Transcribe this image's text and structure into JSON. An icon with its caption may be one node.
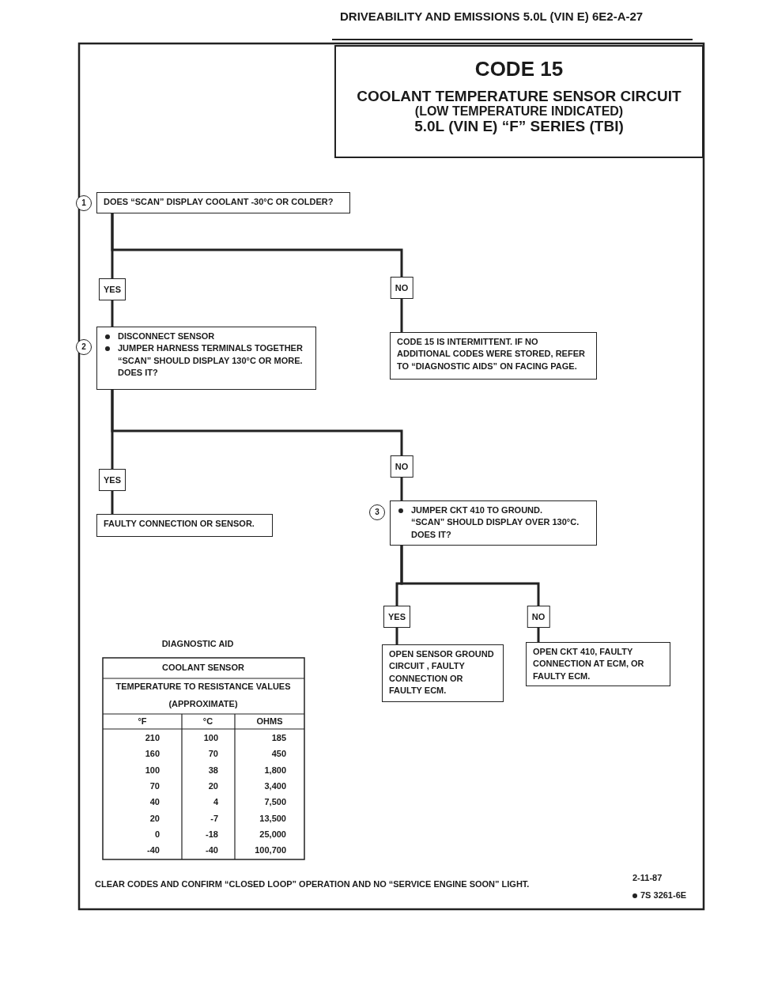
{
  "diagram": {
    "nodes": [
      {
        "text": [
          "CODE 15",
          "COOLANT TEMPERATURE SENSOR CIRCUIT",
          "(LOW TEMPERATURE INDICATED)",
          "5.0L (VIN E) “F” SERIES (TBI)"
        ]
      },
      {
        "text": [
          "DOES “SCAN” DISPLAY COOLANT -30°C OR COLDER?"
        ],
        "beside": [
          "1"
        ]
      },
      {
        "text": [
          "DISCONNECT SENSOR",
          "JUMPER HARNESS TERMINALS TOGETHER",
          "“SCAN” SHOULD DISPLAY 130°C OR MORE. DOES IT?"
        ],
        "beside": [
          "2"
        ]
      },
      {
        "text": [
          "CODE 15 IS INTERMITTENT. IF NO ADDITIONAL CODES WERE STORED, REFER TO “DIAGNOSTIC AIDS” ON FACING PAGE."
        ]
      },
      {
        "text": [
          "FAULTY CONNECTION OR SENSOR."
        ]
      },
      {
        "text": [
          "JUMPER CKT 410 TO GROUND.",
          "“SCAN” SHOULD DISPLAY OVER 130°C. DOES IT?"
        ],
        "beside": [
          "3"
        ]
      },
      {
        "text": [
          "OPEN SENSOR GROUND CIRCUIT , FAULTY CONNECTION OR FAULTY ECM."
        ]
      },
      {
        "text": [
          "OPEN CKT 410, FAULTY CONNECTION AT ECM, OR FAULTY ECM."
        ]
      }
    ],
    "edges": [
      {
        "from": 1,
        "to": 2,
        "arrow": "none",
        "label": "YES"
      },
      {
        "from": 1,
        "to": 3,
        "arrow": "none",
        "label": "NO"
      },
      {
        "from": 2,
        "to": 4,
        "arrow": "none",
        "label": "YES"
      },
      {
        "from": 2,
        "to": 5,
        "arrow": "none",
        "label": "NO"
      },
      {
        "from": 5,
        "to": 6,
        "arrow": "none",
        "label": "YES"
      },
      {
        "from": 5,
        "to": 7,
        "arrow": "none",
        "label": "NO"
      }
    ],
    "labels": [
      "DRIVEABILITY AND EMISSIONS 5.0L (VIN E) 6E2-A-27",
      "DIAGNOSTIC AID",
      "COOLANT SENSOR",
      "TEMPERATURE TO RESISTANCE VALUES",
      "(APPROXIMATE)",
      "°F",
      "°C",
      "OHMS",
      "210",
      "100",
      "185",
      "160",
      "70",
      "450",
      "100",
      "38",
      "1,800",
      "70",
      "20",
      "3,400",
      "40",
      "4",
      "7,500",
      "20",
      "-7",
      "13,500",
      "0",
      "-18",
      "25,000",
      "-40",
      "-40",
      "100,700",
      "CLEAR CODES AND CONFIRM “CLOSED LOOP” OPERATION AND NO “SERVICE ENGINE SOON” LIGHT.",
      "2-11-87",
      "7S 3261-6E"
    ]
  }
}
